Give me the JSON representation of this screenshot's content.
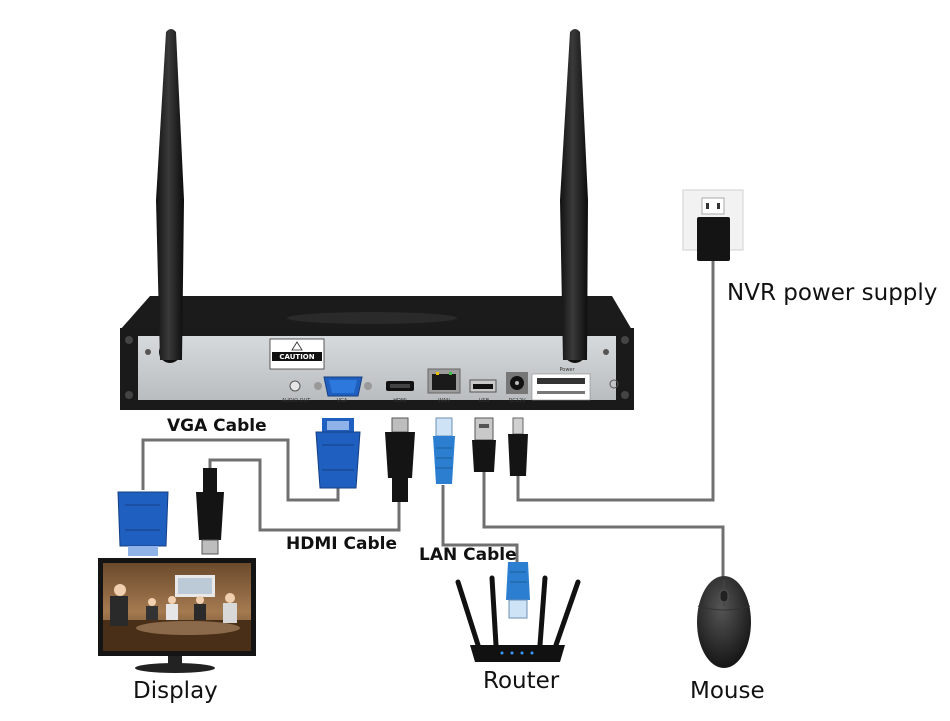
{
  "labels": {
    "vga_cable": "VGA Cable",
    "hdmi_cable": "HDMI Cable",
    "lan_cable": "LAN Cable",
    "power_supply": "NVR power supply",
    "display": "Display",
    "router": "Router",
    "mouse": "Mouse"
  },
  "panel": {
    "caution": "CAUTION",
    "audio_out": "AUDIO OUT",
    "vga": "VGA",
    "hdmi": "HDMI",
    "wan": "WAN",
    "usb": "USB",
    "dc": "DC12V",
    "power": "Power"
  },
  "colors": {
    "connector_blue": "#1f5fbf",
    "lan_blue": "#2c7fd0",
    "cable_gray": "#707070",
    "nvr_body": "#1b1b1b",
    "panel_silver": "#c9ccce"
  }
}
